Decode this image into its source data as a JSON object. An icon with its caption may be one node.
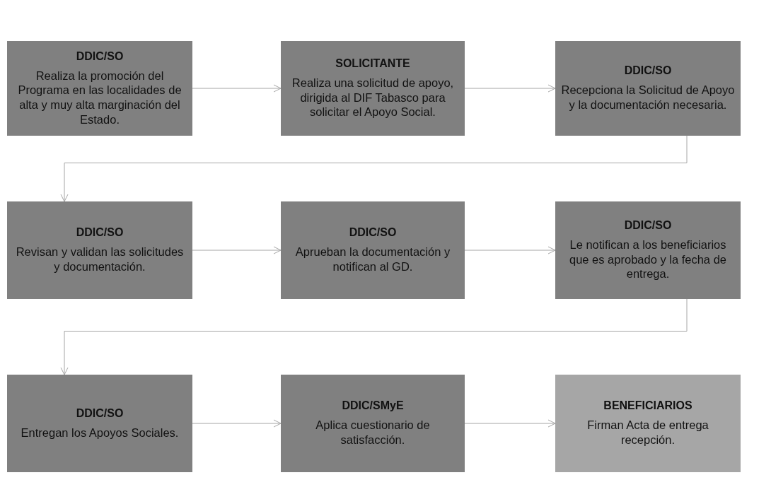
{
  "diagram": {
    "nodes": [
      {
        "text": [
          "DDIC/SO",
          "Realiza la promoción del Programa en las localidades de alta y muy alta marginación del Estado."
        ]
      },
      {
        "text": [
          "SOLICITANTE",
          "Realiza una solicitud de apoyo, dirigida al DIF Tabasco para solicitar el Apoyo Social."
        ]
      },
      {
        "text": [
          "DDIC/SO",
          "Recepciona la Solicitud de Apoyo y la documentación necesaria."
        ]
      },
      {
        "text": [
          "DDIC/SO",
          "Revisan y validan las solicitudes y documentación."
        ]
      },
      {
        "text": [
          "DDIC/SO",
          "Aprueban la documentación y notifican al GD."
        ]
      },
      {
        "text": [
          "DDIC/SO",
          "Le notifican a los beneficiarios que es aprobado y la fecha de entrega."
        ]
      },
      {
        "text": [
          "DDIC/SO",
          "Entregan los Apoyos Sociales."
        ]
      },
      {
        "text": [
          "DDIC/SMyE",
          "Aplica cuestionario de satisfacción."
        ]
      },
      {
        "text": [
          "BENEFICIARIOS",
          "Firman Acta de entrega recepción."
        ]
      }
    ],
    "edges": [
      {
        "from": 0,
        "to": 1,
        "arrow": "to"
      },
      {
        "from": 1,
        "to": 2,
        "arrow": "to"
      },
      {
        "from": 2,
        "to": 3,
        "arrow": "to"
      },
      {
        "from": 3,
        "to": 4,
        "arrow": "to"
      },
      {
        "from": 4,
        "to": 5,
        "arrow": "to"
      },
      {
        "from": 5,
        "to": 6,
        "arrow": "to"
      },
      {
        "from": 6,
        "to": 7,
        "arrow": "to"
      },
      {
        "from": 7,
        "to": 8,
        "arrow": "to"
      }
    ]
  }
}
